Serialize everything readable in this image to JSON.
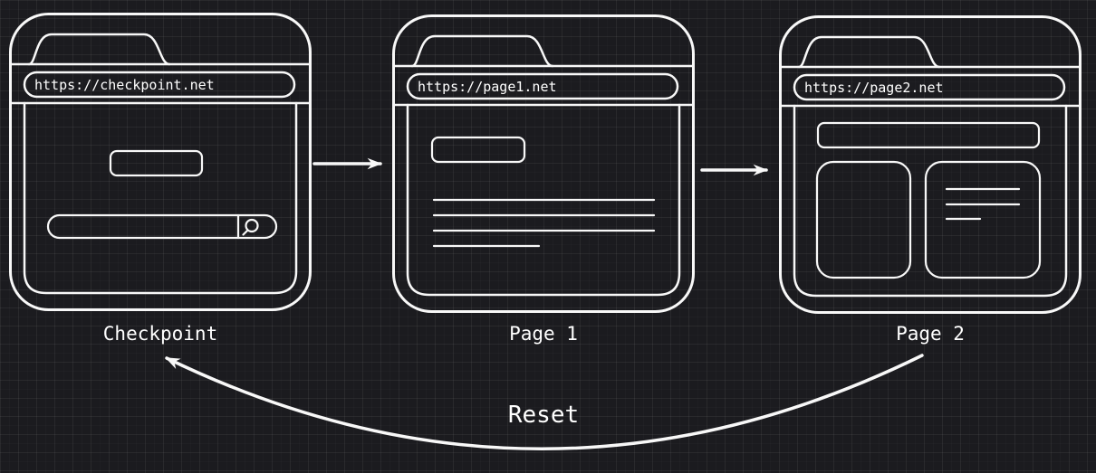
{
  "diagram": {
    "title_hint": "checkpoint-reset-flow",
    "browsers": [
      {
        "id": "checkpoint",
        "url": "https://checkpoint.net",
        "label": "Checkpoint"
      },
      {
        "id": "page1",
        "url": "https://page1.net",
        "label": "Page 1"
      },
      {
        "id": "page2",
        "url": "https://page2.net",
        "label": "Page 2"
      }
    ],
    "arrows": [
      {
        "from": "checkpoint",
        "to": "page1",
        "label": ""
      },
      {
        "from": "page1",
        "to": "page2",
        "label": ""
      },
      {
        "from": "page2",
        "to": "checkpoint",
        "label": "Reset"
      }
    ],
    "reset_label": "Reset",
    "colors": {
      "background": "#1b1b1f",
      "grid_line": "#28282d",
      "stroke": "#f8f8f8",
      "text": "#ffffff"
    }
  }
}
